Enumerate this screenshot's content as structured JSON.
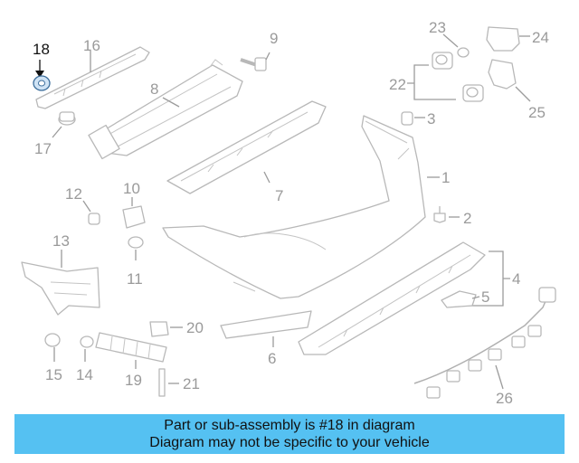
{
  "diagram": {
    "callouts": [
      "1",
      "2",
      "3",
      "4",
      "5",
      "6",
      "7",
      "8",
      "9",
      "10",
      "11",
      "12",
      "13",
      "14",
      "15",
      "16",
      "17",
      "18",
      "19",
      "20",
      "21",
      "22",
      "23",
      "24",
      "25",
      "26"
    ],
    "highlighted_callout": "18"
  },
  "caption": {
    "line1": "Part or sub-assembly is #18 in diagram",
    "line2": "Diagram may not be specific to your vehicle"
  },
  "colors": {
    "caption_bar": "#55c1f2",
    "part_outline": "#b8b8b8",
    "callout_text": "#9a9a9a",
    "highlight_part": "#3c6e9c"
  }
}
